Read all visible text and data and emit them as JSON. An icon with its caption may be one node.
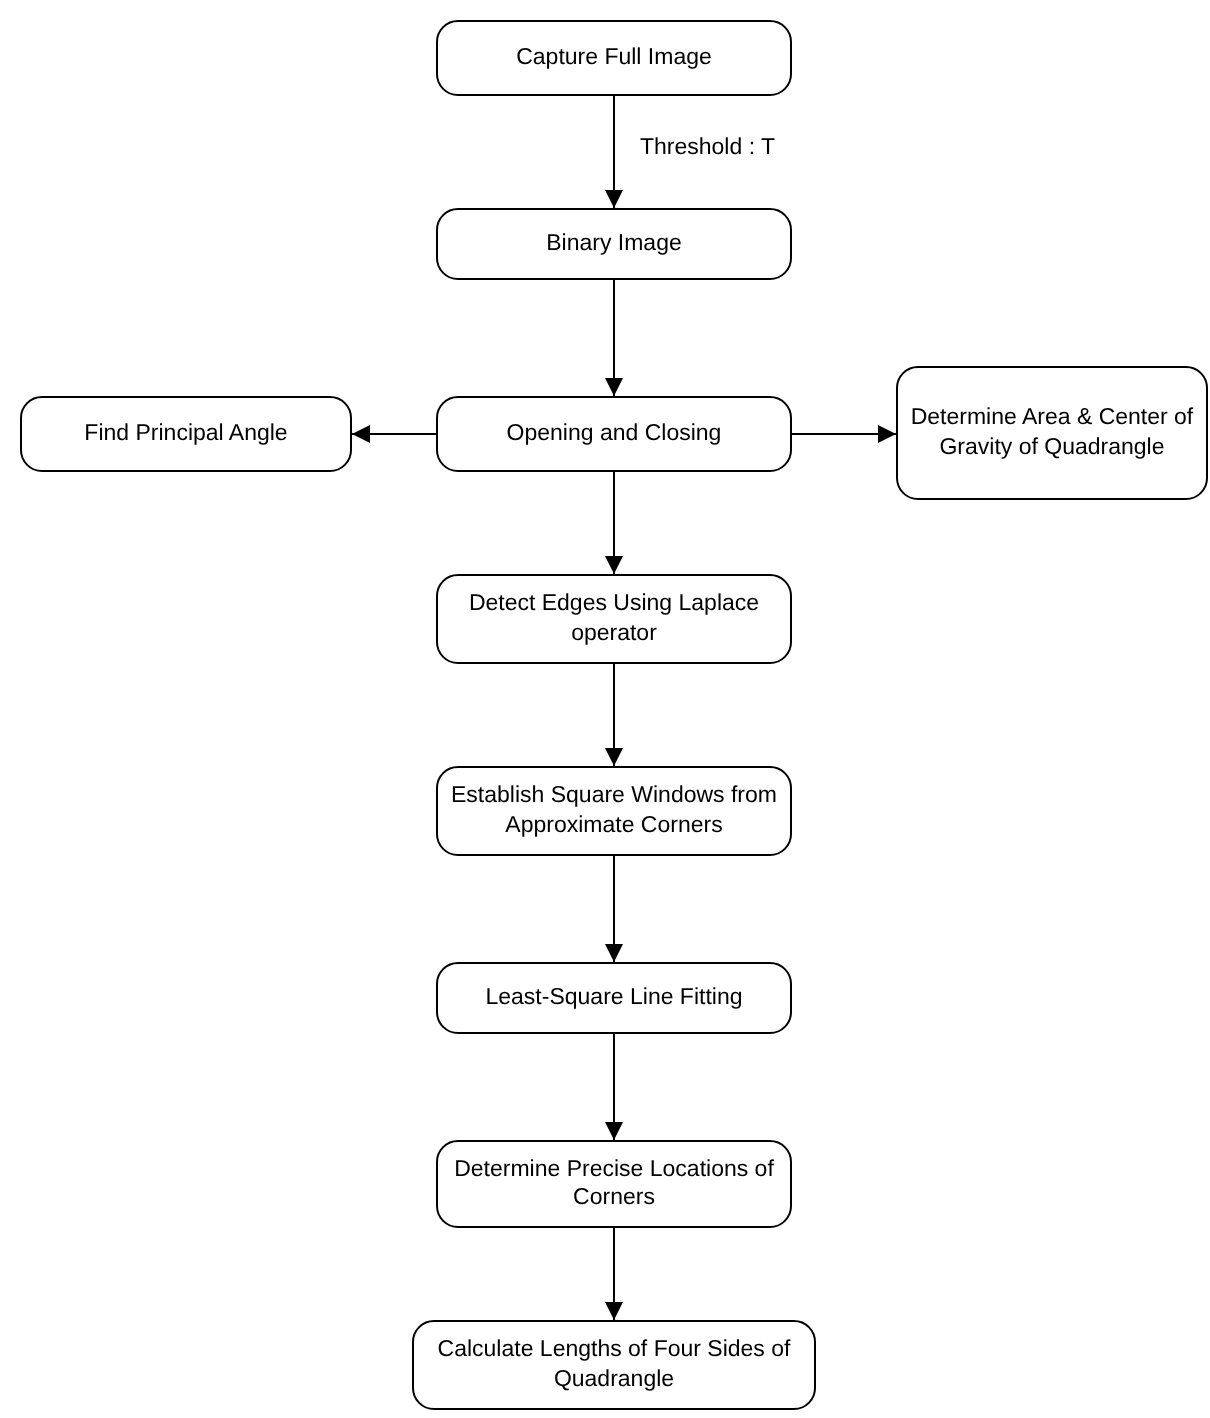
{
  "diagram": {
    "nodes": [
      {
        "text": [
          "Capture Full Image"
        ]
      },
      {
        "text": [
          "Binary Image"
        ]
      },
      {
        "text": [
          "Opening and Closing"
        ]
      },
      {
        "text": [
          "Find Principal Angle"
        ]
      },
      {
        "text": [
          "Determine Area & Center of Gravity of Quadrangle"
        ]
      },
      {
        "text": [
          "Detect Edges Using Laplace operator"
        ]
      },
      {
        "text": [
          "Establish Square Windows from Approximate Corners"
        ]
      },
      {
        "text": [
          "Least-Square Line Fitting"
        ]
      },
      {
        "text": [
          "Determine Precise Locations of Corners"
        ]
      },
      {
        "text": [
          "Calculate Lengths of Four Sides of Quadrangle"
        ]
      }
    ],
    "edges": [
      {
        "from": 0,
        "to": 1,
        "arrow": "to",
        "label": "Threshold : T"
      },
      {
        "from": 1,
        "to": 2,
        "arrow": "to"
      },
      {
        "from": 2,
        "to": 3,
        "arrow": "to"
      },
      {
        "from": 2,
        "to": 4,
        "arrow": "to"
      },
      {
        "from": 2,
        "to": 5,
        "arrow": "to"
      },
      {
        "from": 5,
        "to": 6,
        "arrow": "to"
      },
      {
        "from": 6,
        "to": 7,
        "arrow": "to"
      },
      {
        "from": 7,
        "to": 8,
        "arrow": "to"
      },
      {
        "from": 8,
        "to": 9,
        "arrow": "to"
      }
    ]
  }
}
